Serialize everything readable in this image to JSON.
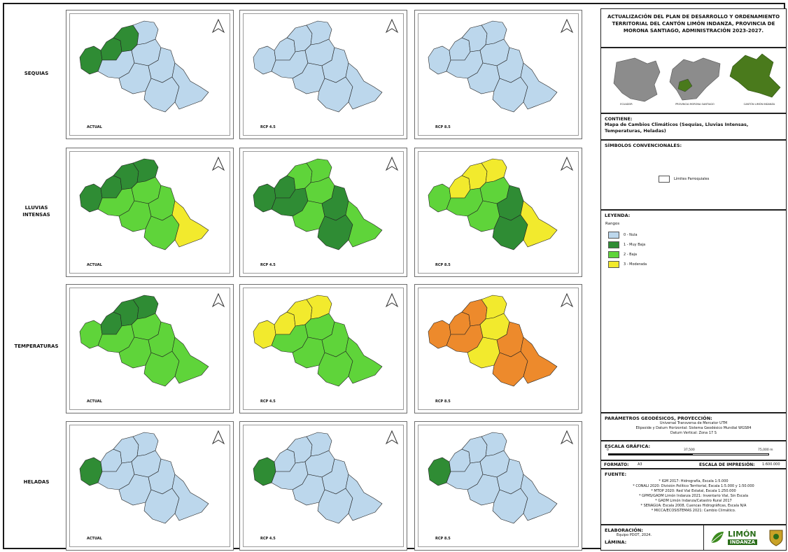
{
  "map_rows": [
    {
      "label": "SEQUIAS",
      "panels": [
        {
          "scenario": "ACTUAL",
          "colors": [
            "#2f8c34",
            "#2f8c34",
            "#2f8c34",
            "#bcd7ec",
            "#bcd7ec",
            "#bcd7ec",
            "#bcd7ec",
            "#bcd7ec",
            "#bcd7ec",
            "#bcd7ec"
          ]
        },
        {
          "scenario": "RCP 4.5",
          "colors": [
            "#bcd7ec",
            "#bcd7ec",
            "#bcd7ec",
            "#bcd7ec",
            "#bcd7ec",
            "#bcd7ec",
            "#bcd7ec",
            "#bcd7ec",
            "#bcd7ec",
            "#bcd7ec"
          ]
        },
        {
          "scenario": "RCP 8.5",
          "colors": [
            "#bcd7ec",
            "#bcd7ec",
            "#bcd7ec",
            "#bcd7ec",
            "#bcd7ec",
            "#bcd7ec",
            "#bcd7ec",
            "#bcd7ec",
            "#bcd7ec",
            "#bcd7ec"
          ]
        }
      ]
    },
    {
      "label": "LLUVIAS\nINTENSAS",
      "panels": [
        {
          "scenario": "ACTUAL",
          "colors": [
            "#2f8c34",
            "#2f8c34",
            "#2f8c34",
            "#2f8c34",
            "#5fd43a",
            "#5fd43a",
            "#5fd43a",
            "#5fd43a",
            "#5fd43a",
            "#f2ea2d"
          ]
        },
        {
          "scenario": "RCP 4.5",
          "colors": [
            "#2f8c34",
            "#2f8c34",
            "#5fd43a",
            "#5fd43a",
            "#2f8c34",
            "#5fd43a",
            "#5fd43a",
            "#2f8c34",
            "#2f8c34",
            "#5fd43a"
          ]
        },
        {
          "scenario": "RCP 8.5",
          "colors": [
            "#5fd43a",
            "#f2ea2d",
            "#f2ea2d",
            "#f2ea2d",
            "#5fd43a",
            "#5fd43a",
            "#5fd43a",
            "#2f8c34",
            "#2f8c34",
            "#f2ea2d"
          ]
        }
      ]
    },
    {
      "label": "TEMPERATURAS",
      "panels": [
        {
          "scenario": "ACTUAL",
          "colors": [
            "#5fd43a",
            "#2f8c34",
            "#2f8c34",
            "#2f8c34",
            "#5fd43a",
            "#5fd43a",
            "#5fd43a",
            "#5fd43a",
            "#5fd43a",
            "#5fd43a"
          ]
        },
        {
          "scenario": "RCP 4.5",
          "colors": [
            "#f2ea2d",
            "#f2ea2d",
            "#f2ea2d",
            "#f2ea2d",
            "#5fd43a",
            "#5fd43a",
            "#5fd43a",
            "#5fd43a",
            "#5fd43a",
            "#5fd43a"
          ]
        },
        {
          "scenario": "RCP 8.5",
          "colors": [
            "#ed8a2c",
            "#ed8a2c",
            "#ed8a2c",
            "#f2ea2d",
            "#ed8a2c",
            "#f2ea2d",
            "#f2ea2d",
            "#ed8a2c",
            "#ed8a2c",
            "#ed8a2c"
          ]
        }
      ]
    },
    {
      "label": "HELADAS",
      "panels": [
        {
          "scenario": "ACTUAL",
          "colors": [
            "#2f8c34",
            "#bcd7ec",
            "#bcd7ec",
            "#bcd7ec",
            "#bcd7ec",
            "#bcd7ec",
            "#bcd7ec",
            "#bcd7ec",
            "#bcd7ec",
            "#bcd7ec"
          ]
        },
        {
          "scenario": "RCP 4.5",
          "colors": [
            "#2f8c34",
            "#bcd7ec",
            "#bcd7ec",
            "#bcd7ec",
            "#bcd7ec",
            "#bcd7ec",
            "#bcd7ec",
            "#bcd7ec",
            "#bcd7ec",
            "#bcd7ec"
          ]
        },
        {
          "scenario": "RCP 8.5",
          "colors": [
            "#2f8c34",
            "#bcd7ec",
            "#bcd7ec",
            "#bcd7ec",
            "#bcd7ec",
            "#bcd7ec",
            "#bcd7ec",
            "#bcd7ec",
            "#bcd7ec",
            "#bcd7ec"
          ]
        }
      ]
    }
  ],
  "title": "ACTUALIZACIÓN DEL PLAN DE DESARROLLO Y ORDENAMIENTO TERRITORIAL DEL CANTÓN LIMÓN INDANZA, PROVINCIA DE MORONA SANTIAGO, ADMINISTRACIÓN 2023-2027.",
  "location_labels": [
    "ECUADOR",
    "PROVINCIA\nMORONA SANTIAGO",
    "CANTÓN\nLIMÓN INDANZA"
  ],
  "contiene_heading": "CONTIENE:",
  "contiene_text": "Mapa de Cambios Climáticos (Sequías, Lluvias Intensas, Temperaturas, Heladas)",
  "simbolos_heading": "SÍMBOLOS CONVENCIONALES:",
  "simbolos_item": "Límites Parroquiales",
  "leyenda_heading": "LEYENDA:",
  "leyenda_sub": "Rangos",
  "legend": [
    {
      "label": "0 - Nula",
      "color": "#bcd7ec"
    },
    {
      "label": "1 - Muy Baja",
      "color": "#2f8c34"
    },
    {
      "label": "2 - Baja",
      "color": "#5fd43a"
    },
    {
      "label": "3 - Moderada",
      "color": "#f2ea2d"
    }
  ],
  "params_heading": "PARÁMETROS GEODÉSICOS, PROYECCIÓN:",
  "params_lines": [
    "Universal Transversa de Mercator UTM",
    "Elipsoide y Datum Horizontal: Sistema Geodésico Mundial WGS84",
    "Datum Vertical: Zona 17 S"
  ],
  "escala_heading": "ESCALA GRÁFICA:",
  "scale_ticks": [
    "0",
    "37,500",
    "75,000 m"
  ],
  "formato_label": "FORMATO:",
  "formato_value": "A3",
  "escala_impresion_label": "ESCALA DE IMPRESIÓN:",
  "escala_impresion_value": "1:600.000",
  "fuente_heading": "FUENTE:",
  "fuente_lines": [
    "* IGM 2017: Hidrografía, Escala 1:5.000",
    "* CONALI 2020: División Político Territorial, Escala 1:5.000 y 1:50.000",
    "* MTOP 2020: Red Vial Estatal, Escala 1:250.000",
    "* GPMS/GADM Limón Indanza 2021: Inventario Vial, Sin Escala",
    "* GADM Limón Indanza/Catastro Rural 2017",
    "* SENAGUA: Escala 2008, Cuencas Hidrográficas, Escala N/A",
    "* MICCA/ECOSISTEMAS 2021: Cambio Climático."
  ],
  "elaboracion_heading": "ELABORACIÓN:",
  "elaboracion_text": "Equipo PDOT, 2024.",
  "lamina_heading": "LÁMINA:",
  "logo_text": [
    "LIMÓN",
    "INDANZA"
  ],
  "colors": {
    "nula": "#bcd7ec",
    "muy_baja": "#2f8c34",
    "baja": "#5fd43a",
    "moderada": "#f2ea2d",
    "alta": "#ed8a2c",
    "border": "#222222"
  }
}
